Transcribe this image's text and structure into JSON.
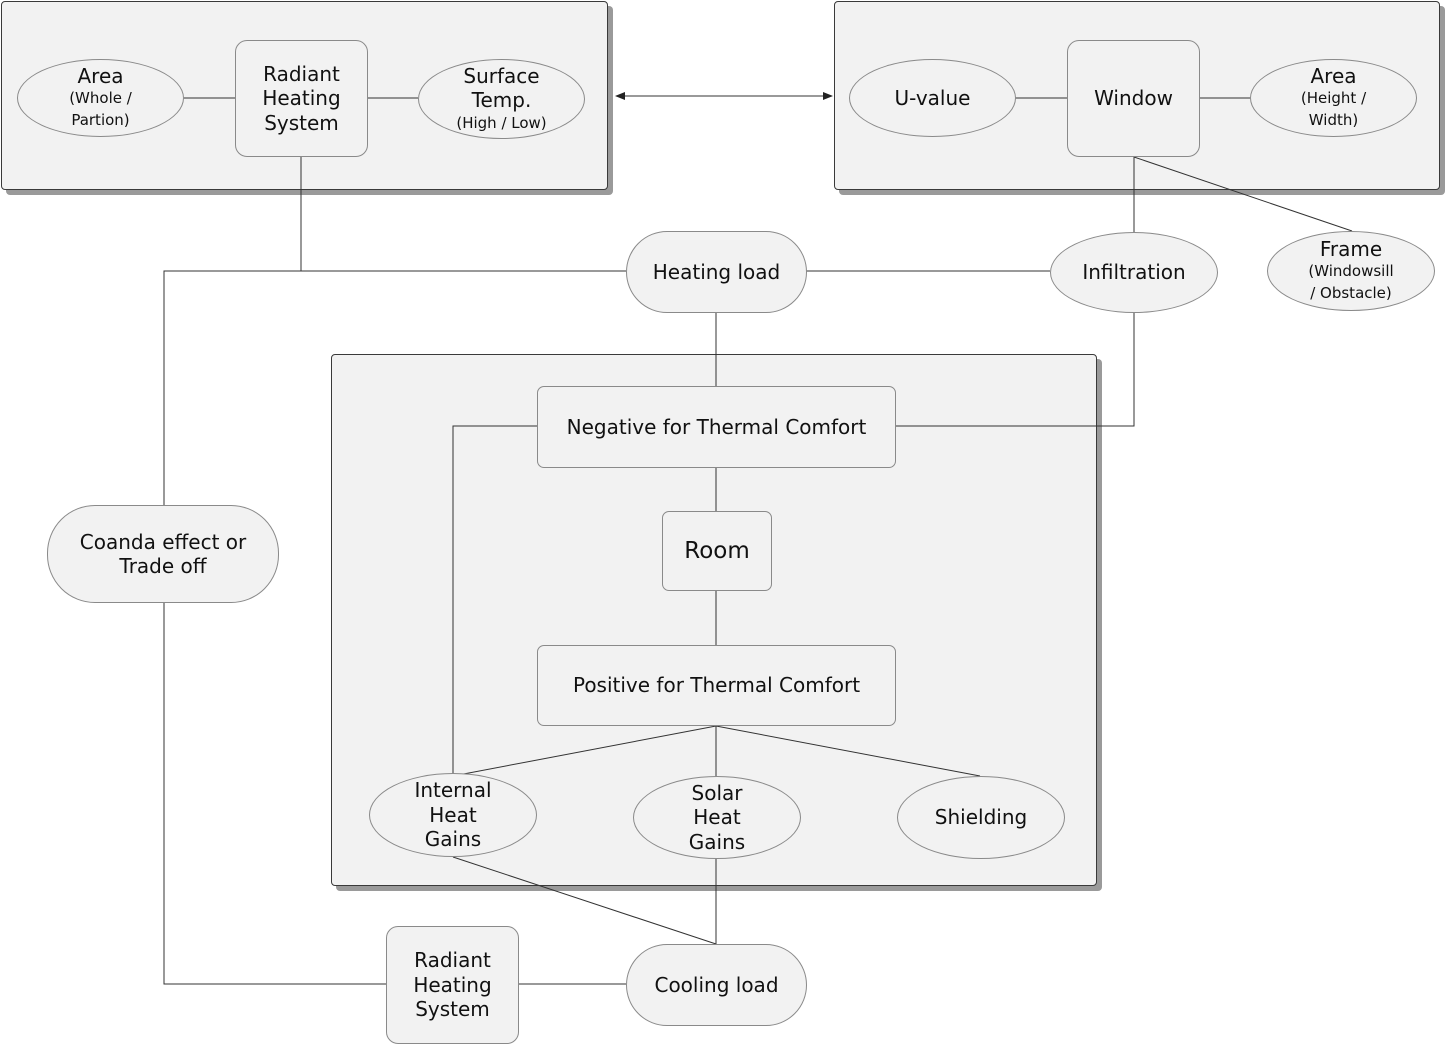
{
  "groups": {
    "heating_system": {},
    "window": {},
    "room": {}
  },
  "nodes": {
    "area_system": {
      "title": "Area",
      "detail_1": "(Whole /",
      "detail_2": "Partion)"
    },
    "radiant_system_top": {
      "line_1": "Radiant",
      "line_2": "Heating",
      "line_3": "System"
    },
    "surface_temp": {
      "title_1": "Surface",
      "title_2": "Temp.",
      "detail": "(High / Low)"
    },
    "u_value": {
      "label": "U-value"
    },
    "window": {
      "label": "Window"
    },
    "area_window": {
      "title": "Area",
      "detail_1": "(Height /",
      "detail_2": "Width)"
    },
    "heating_load": {
      "label": "Heating load"
    },
    "infiltration": {
      "label": "Infiltration"
    },
    "frame": {
      "title": "Frame",
      "detail_1": "(Windowsill",
      "detail_2": "/ Obstacle)"
    },
    "negative": {
      "label": "Negative for Thermal Comfort"
    },
    "room": {
      "label": "Room"
    },
    "positive": {
      "label": "Positive for Thermal Comfort"
    },
    "internal_gains": {
      "line_1": "Internal",
      "line_2": "Heat",
      "line_3": "Gains"
    },
    "solar_gains": {
      "line_1": "Solar",
      "line_2": "Heat",
      "line_3": "Gains"
    },
    "shielding": {
      "label": "Shielding"
    },
    "coanda": {
      "line_1": "Coanda effect or",
      "line_2": "Trade off"
    },
    "radiant_system_bottom": {
      "line_1": "Radiant",
      "line_2": "Heating",
      "line_3": "System"
    },
    "cooling_load": {
      "label": "Cooling load"
    }
  }
}
